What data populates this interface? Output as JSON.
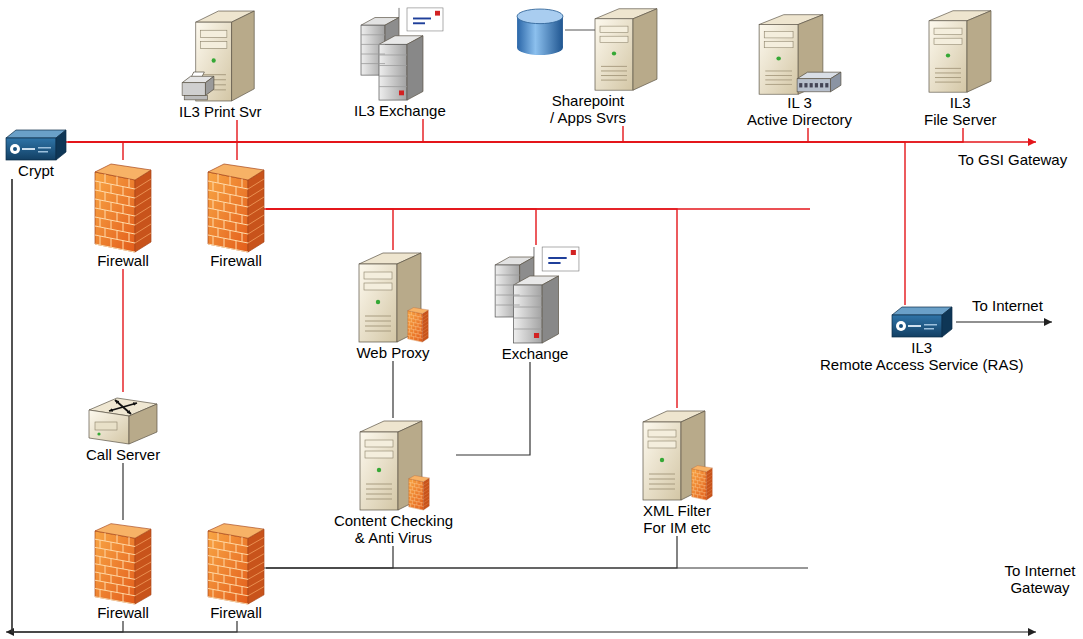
{
  "diagram": {
    "nodes": [
      {
        "text": [
          "Crypt"
        ]
      },
      {
        "text": [
          "IL3 Print Svr"
        ]
      },
      {
        "text": [
          "IL3 Exchange"
        ]
      },
      {
        "text": [
          "Sharepoint / Apps Svrs"
        ]
      },
      {
        "text": [
          "IL 3",
          "Active Directory"
        ]
      },
      {
        "text": [
          "IL3",
          "File Server"
        ]
      },
      {
        "text": [
          "Firewall"
        ]
      },
      {
        "text": [
          "Firewall"
        ]
      },
      {
        "text": [
          "Web Proxy"
        ]
      },
      {
        "text": [
          "Exchange"
        ]
      },
      {
        "text": [
          "IL3",
          "Remote Access Service (RAS)"
        ]
      },
      {
        "text": [
          "Call Server"
        ]
      },
      {
        "text": [
          "Content Checking & Anti Virus"
        ]
      },
      {
        "text": [
          "XML Filter For IM etc"
        ]
      },
      {
        "text": [
          "Firewall"
        ]
      },
      {
        "text": [
          "Firewall"
        ]
      }
    ],
    "edges": [
      {
        "from": 0,
        "to": 1,
        "arrow": "none"
      },
      {
        "from": 0,
        "to": 2,
        "arrow": "none"
      },
      {
        "from": 0,
        "to": 3,
        "arrow": "none"
      },
      {
        "from": 0,
        "to": 4,
        "arrow": "none"
      },
      {
        "from": 0,
        "to": 5,
        "arrow": "none"
      },
      {
        "from": 0,
        "to": 6,
        "arrow": "none"
      },
      {
        "from": 0,
        "to": 7,
        "arrow": "none"
      },
      {
        "from": 0,
        "to": 10,
        "arrow": "none"
      },
      {
        "from": 7,
        "to": 8,
        "arrow": "none"
      },
      {
        "from": 7,
        "to": 9,
        "arrow": "none"
      },
      {
        "from": 7,
        "to": 13,
        "arrow": "none"
      },
      {
        "from": 6,
        "to": 11,
        "arrow": "none"
      },
      {
        "from": 11,
        "to": 14,
        "arrow": "none"
      },
      {
        "from": 8,
        "to": 12,
        "arrow": "none"
      },
      {
        "from": 9,
        "to": 12,
        "arrow": "none"
      },
      {
        "from": 15,
        "to": 12,
        "arrow": "none"
      },
      {
        "from": 15,
        "to": 13,
        "arrow": "none"
      },
      {
        "from": 0,
        "to": 14,
        "arrow": "none"
      },
      {
        "from": 0,
        "to": 15,
        "arrow": "none"
      }
    ],
    "labels": [
      "To GSI Gateway",
      "To Internet",
      "To Internet Gateway"
    ]
  }
}
